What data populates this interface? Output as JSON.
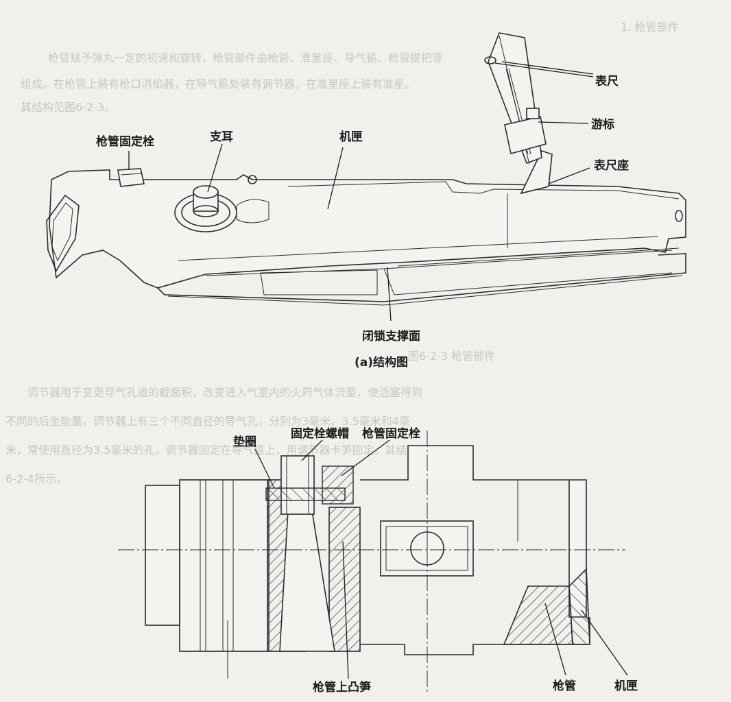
{
  "figure_a": {
    "labels": {
      "barrel_pin": "枪管固定栓",
      "lug": "支耳",
      "receiver": "机匣",
      "sight_leaf": "表尺",
      "slider": "游标",
      "sight_base": "表尺座",
      "locking_surface": "闭锁支撑面"
    },
    "caption": "(a)结构图"
  },
  "figure_b": {
    "labels": {
      "washer": "垫圈",
      "pin_nut": "固定栓螺帽",
      "barrel_pin": "枪管固定栓",
      "barrel_cam": "枪管上凸笋",
      "barrel": "枪管",
      "receiver": "机匣"
    }
  },
  "bleed_text": {
    "line1": "1. 枪管部件",
    "line2": "枪管赋予弹丸一定的初速和旋转，枪管部件由枪管、准星座、导气箍、枪管提把等",
    "line3": "组成。在枪管上装有枪口消焰器，在导气箍处装有调节器，在准星座上装有准星。",
    "line4": "其结构见图6-2-3。",
    "line5": "调节器用于变更导气孔道的截面积，改变进入气室内的火药气体流量，使活塞得到",
    "line6": "不同的后坐能量。调节器上有三个不同直径的导气孔，分别为3毫米、3.5毫米和4毫",
    "line7": "米，常使用直径为3.5毫米的孔，调节器固定在导气箍上，用调节器卡笋固定。其结构如图",
    "line8": "6-2-4所示。",
    "fig_ref": "图6-2-3 枪管部件"
  }
}
